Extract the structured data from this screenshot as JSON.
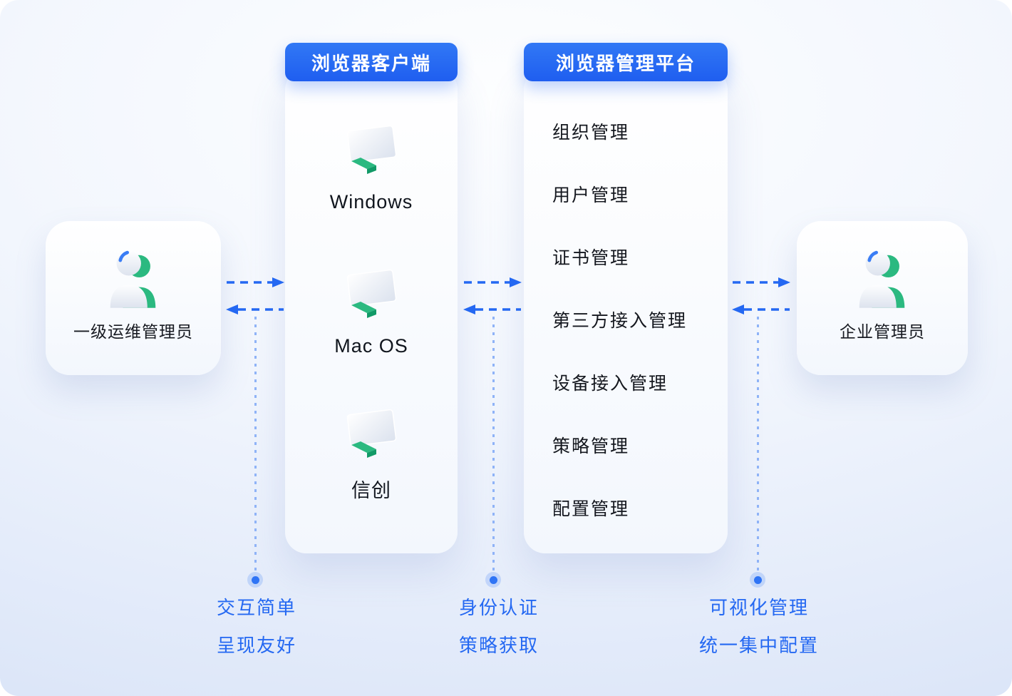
{
  "colors": {
    "accent_blue": "#2468F2",
    "green": "#2BB980",
    "dark_text": "#14171E"
  },
  "actors": {
    "left": {
      "label": "一级运维管理员",
      "icon": "user-icon"
    },
    "right": {
      "label": "企业管理员",
      "icon": "user-icon"
    }
  },
  "client": {
    "title": "浏览器客户端",
    "items": [
      {
        "label": "Windows",
        "icon": "monitor-icon"
      },
      {
        "label": "Mac OS",
        "icon": "monitor-icon"
      },
      {
        "label": "信创",
        "icon": "monitor-icon"
      }
    ]
  },
  "platform": {
    "title": "浏览器管理平台",
    "items": [
      "组织管理",
      "用户管理",
      "证书管理",
      "第三方接入管理",
      "设备接入管理",
      "策略管理",
      "配置管理"
    ]
  },
  "annotations": [
    {
      "line1": "交互简单",
      "line2": "呈现友好"
    },
    {
      "line1": "身份认证",
      "line2": "策略获取"
    },
    {
      "line1": "可视化管理",
      "line2": "统一集中配置"
    }
  ]
}
